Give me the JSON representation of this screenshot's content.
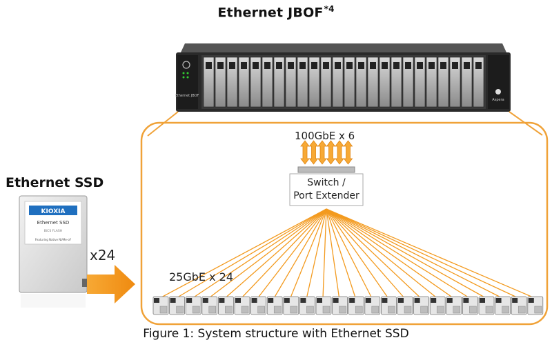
{
  "jbof": {
    "title": "Ethernet JBOF",
    "footnote": "*4",
    "chassis_label_left": "Ethernet JBOF",
    "chassis_label_right": "Aspera"
  },
  "ssd": {
    "title": "Ethernet SSD",
    "brand": "KIOXIA",
    "product": "Ethernet SSD",
    "sub": "BiCS FLASH",
    "tagline": "Featuring Native NVMe-oF"
  },
  "multiplier": "x24",
  "uplink": {
    "label": "100GbE x 6",
    "count": 6
  },
  "switch": {
    "line1": "Switch /",
    "line2": "Port Extender"
  },
  "downlink": {
    "label": "25GbE x 24",
    "count": 24
  },
  "caption": "Figure 1: System structure with Ethernet SSD",
  "colors": {
    "orange": "#f39a1e",
    "orange_dark": "#e08410",
    "chassis": "#2b2b2b",
    "box_border": "#f0a238"
  }
}
